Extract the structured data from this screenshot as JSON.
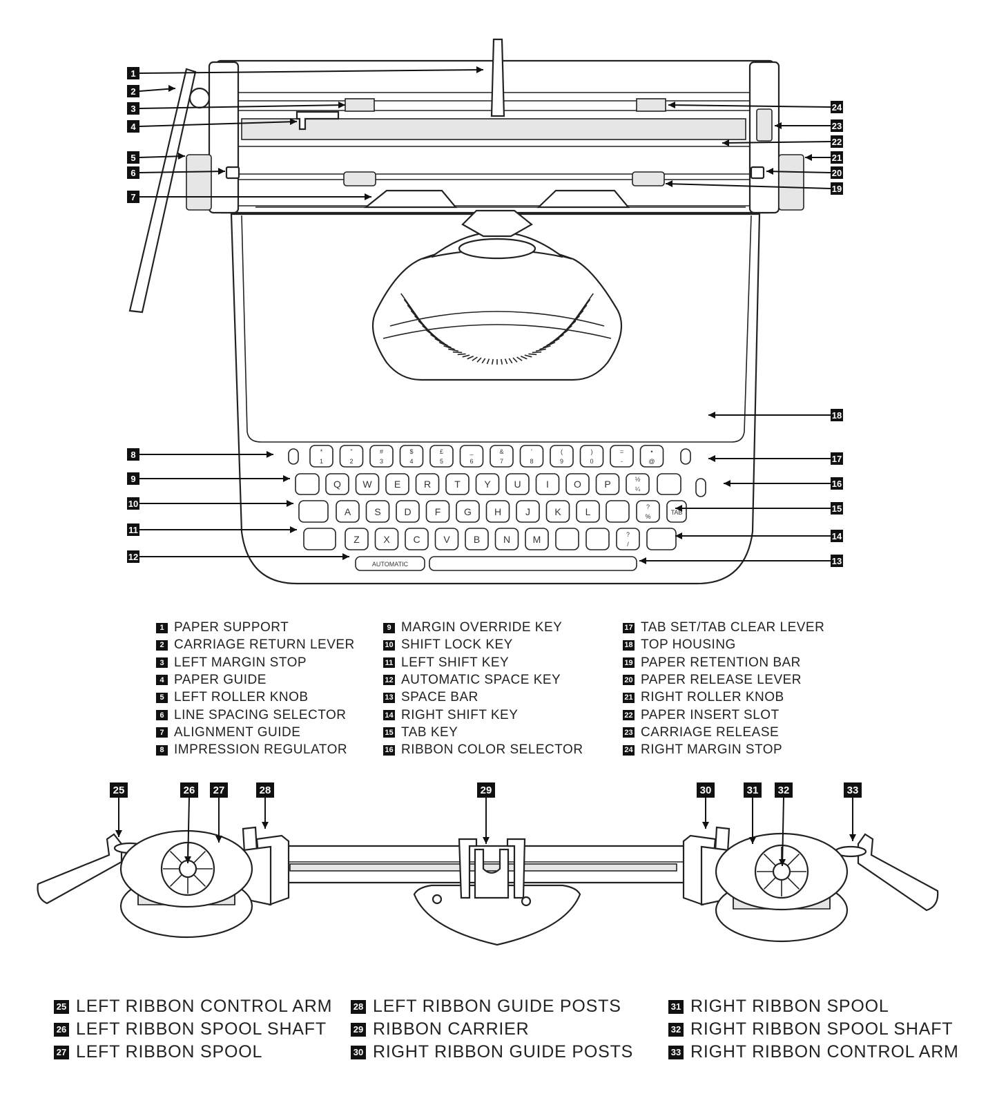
{
  "keyboard": {
    "row1": [
      [
        "*",
        "1"
      ],
      [
        "\"",
        "2"
      ],
      [
        "#",
        "3"
      ],
      [
        "$",
        "4"
      ],
      [
        "£",
        "5"
      ],
      [
        "_",
        "6"
      ],
      [
        "&",
        "7"
      ],
      [
        "'",
        "8"
      ],
      [
        "(",
        "9"
      ],
      [
        ")",
        "0"
      ],
      [
        "=",
        "-"
      ],
      [
        "•",
        "@"
      ]
    ],
    "row2": [
      "Q",
      "W",
      "E",
      "R",
      "T",
      "Y",
      "U",
      "I",
      "O",
      "P"
    ],
    "row2_end": [
      "½",
      "¼"
    ],
    "row3": [
      "A",
      "S",
      "D",
      "F",
      "G",
      "H",
      "J",
      "K",
      "L"
    ],
    "row3_end": [
      "?",
      "%"
    ],
    "row4": [
      "Z",
      "X",
      "C",
      "V",
      "B",
      "N",
      "M"
    ],
    "row4_end": [
      "?",
      "/"
    ],
    "tab_label": "TAB",
    "space_key_label": "AUTOMATIC"
  },
  "legend_top": [
    {
      "num": "1",
      "label": "PAPER SUPPORT"
    },
    {
      "num": "2",
      "label": "CARRIAGE RETURN LEVER"
    },
    {
      "num": "3",
      "label": "LEFT MARGIN STOP"
    },
    {
      "num": "4",
      "label": "PAPER GUIDE"
    },
    {
      "num": "5",
      "label": "LEFT ROLLER KNOB"
    },
    {
      "num": "6",
      "label": "LINE SPACING SELECTOR"
    },
    {
      "num": "7",
      "label": "ALIGNMENT GUIDE"
    },
    {
      "num": "8",
      "label": "IMPRESSION REGULATOR"
    },
    {
      "num": "9",
      "label": "MARGIN OVERRIDE KEY"
    },
    {
      "num": "10",
      "label": "SHIFT LOCK KEY"
    },
    {
      "num": "11",
      "label": "LEFT SHIFT KEY"
    },
    {
      "num": "12",
      "label": "AUTOMATIC SPACE KEY"
    },
    {
      "num": "13",
      "label": "SPACE BAR"
    },
    {
      "num": "14",
      "label": "RIGHT SHIFT KEY"
    },
    {
      "num": "15",
      "label": "TAB KEY"
    },
    {
      "num": "16",
      "label": "RIBBON COLOR SELECTOR"
    },
    {
      "num": "17",
      "label": "TAB SET/TAB CLEAR LEVER"
    },
    {
      "num": "18",
      "label": "TOP HOUSING"
    },
    {
      "num": "19",
      "label": "PAPER RETENTION BAR"
    },
    {
      "num": "20",
      "label": "PAPER RELEASE LEVER"
    },
    {
      "num": "21",
      "label": "RIGHT ROLLER KNOB"
    },
    {
      "num": "22",
      "label": "PAPER INSERT SLOT"
    },
    {
      "num": "23",
      "label": "CARRIAGE RELEASE"
    },
    {
      "num": "24",
      "label": "RIGHT MARGIN STOP"
    }
  ],
  "legend_bottom": [
    {
      "num": "25",
      "label": "LEFT RIBBON CONTROL ARM"
    },
    {
      "num": "26",
      "label": "LEFT RIBBON SPOOL SHAFT"
    },
    {
      "num": "27",
      "label": "LEFT RIBBON SPOOL"
    },
    {
      "num": "28",
      "label": "LEFT RIBBON GUIDE POSTS"
    },
    {
      "num": "29",
      "label": "RIBBON CARRIER"
    },
    {
      "num": "30",
      "label": "RIGHT RIBBON GUIDE POSTS"
    },
    {
      "num": "31",
      "label": "RIGHT RIBBON SPOOL"
    },
    {
      "num": "32",
      "label": "RIGHT RIBBON SPOOL SHAFT"
    },
    {
      "num": "33",
      "label": "RIGHT RIBBON CONTROL ARM"
    }
  ]
}
